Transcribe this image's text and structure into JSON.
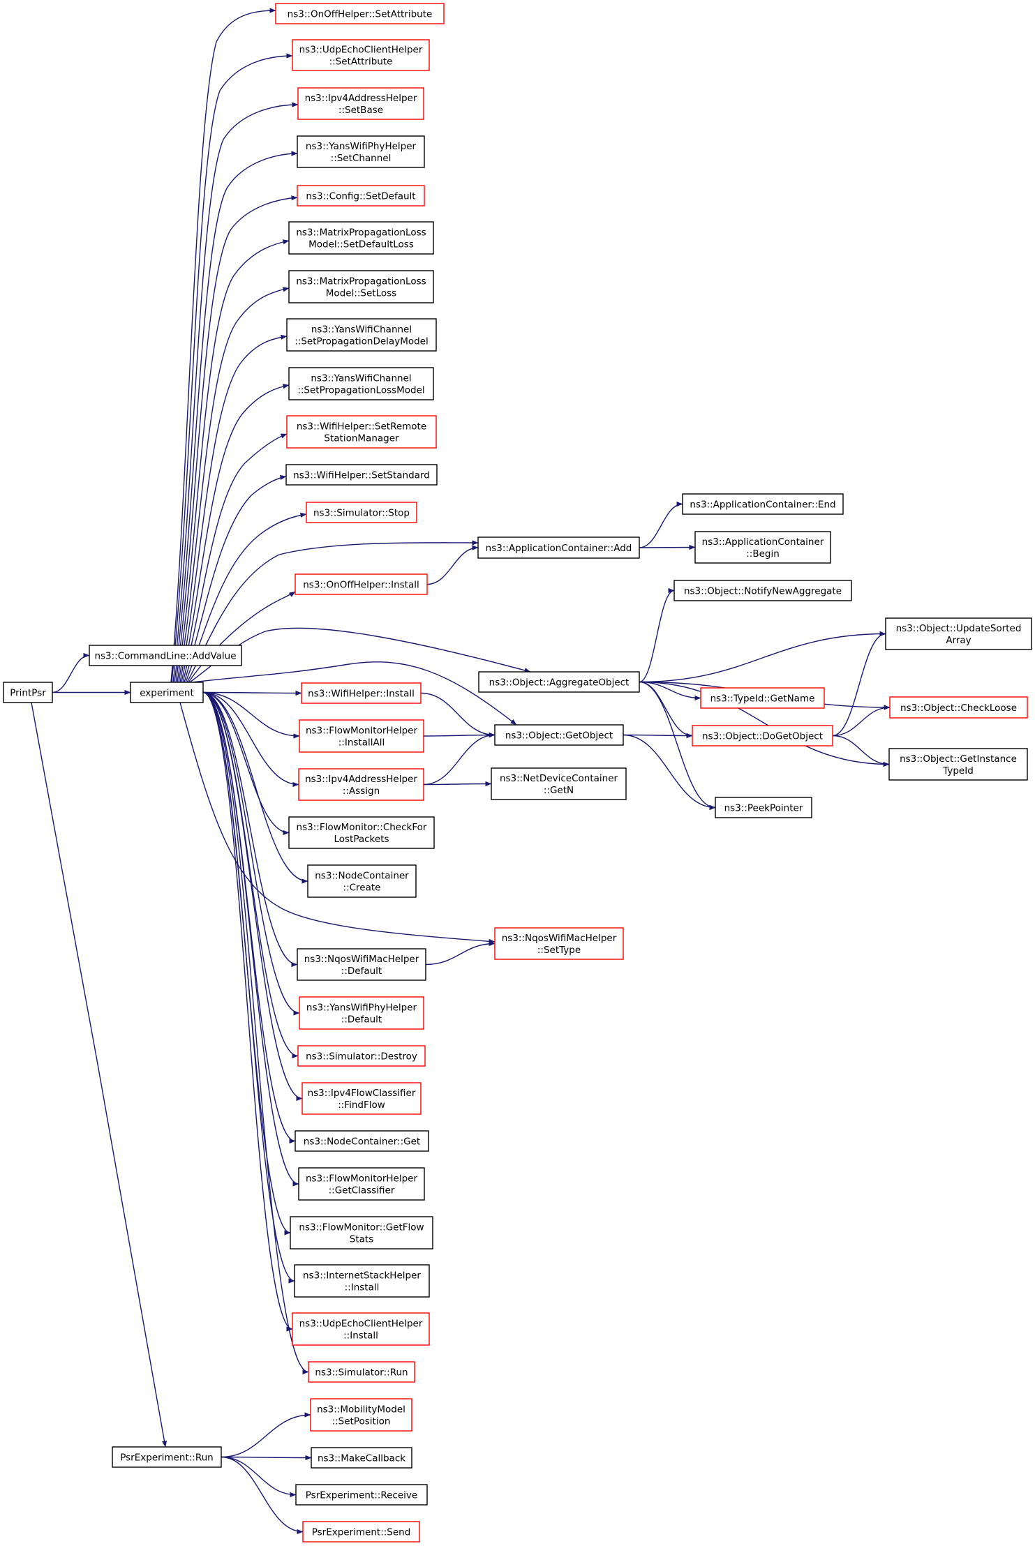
{
  "colors": {
    "edge": "#191970",
    "border_black": "#000000",
    "border_red": "#ff0000",
    "root_fill": "#bfbfbf",
    "node_fill": "#ffffff"
  },
  "nodes": [
    {
      "id": "printpsr",
      "lines": [
        "PrintPsr"
      ],
      "border": "black",
      "root": true
    },
    {
      "id": "addvalue",
      "lines": [
        "ns3::CommandLine::AddValue"
      ],
      "border": "black"
    },
    {
      "id": "experiment",
      "lines": [
        "experiment"
      ],
      "border": "black"
    },
    {
      "id": "psrrun",
      "lines": [
        "PsrExperiment::Run"
      ],
      "border": "black"
    },
    {
      "id": "onoff_setattr",
      "lines": [
        "ns3::OnOffHelper::SetAttribute"
      ],
      "border": "red"
    },
    {
      "id": "udpecho_setattr",
      "lines": [
        "ns3::UdpEchoClientHelper",
        "::SetAttribute"
      ],
      "border": "red"
    },
    {
      "id": "ipv4addr_setbase",
      "lines": [
        "ns3::Ipv4AddressHelper",
        "::SetBase"
      ],
      "border": "red"
    },
    {
      "id": "yansphy_setchannel",
      "lines": [
        "ns3::YansWifiPhyHelper",
        "::SetChannel"
      ],
      "border": "black"
    },
    {
      "id": "config_setdefault",
      "lines": [
        "ns3::Config::SetDefault"
      ],
      "border": "red"
    },
    {
      "id": "matrix_setdefaultloss",
      "lines": [
        "ns3::MatrixPropagationLoss",
        "Model::SetDefaultLoss"
      ],
      "border": "black"
    },
    {
      "id": "matrix_setloss",
      "lines": [
        "ns3::MatrixPropagationLoss",
        "Model::SetLoss"
      ],
      "border": "black"
    },
    {
      "id": "yanschan_setdelay",
      "lines": [
        "ns3::YansWifiChannel",
        "::SetPropagationDelayModel"
      ],
      "border": "black"
    },
    {
      "id": "yanschan_setloss",
      "lines": [
        "ns3::YansWifiChannel",
        "::SetPropagationLossModel"
      ],
      "border": "black"
    },
    {
      "id": "wifi_setremote",
      "lines": [
        "ns3::WifiHelper::SetRemote",
        "StationManager"
      ],
      "border": "red"
    },
    {
      "id": "wifi_setstandard",
      "lines": [
        "ns3::WifiHelper::SetStandard"
      ],
      "border": "black"
    },
    {
      "id": "sim_stop",
      "lines": [
        "ns3::Simulator::Stop"
      ],
      "border": "red"
    },
    {
      "id": "onoff_install",
      "lines": [
        "ns3::OnOffHelper::Install"
      ],
      "border": "red"
    },
    {
      "id": "appcont_add",
      "lines": [
        "ns3::ApplicationContainer::Add"
      ],
      "border": "black"
    },
    {
      "id": "appcont_end",
      "lines": [
        "ns3::ApplicationContainer::End"
      ],
      "border": "black"
    },
    {
      "id": "appcont_begin",
      "lines": [
        "ns3::ApplicationContainer",
        "::Begin"
      ],
      "border": "black"
    },
    {
      "id": "obj_notify",
      "lines": [
        "ns3::Object::NotifyNewAggregate"
      ],
      "border": "black"
    },
    {
      "id": "obj_updatesorted",
      "lines": [
        "ns3::Object::UpdateSorted",
        "Array"
      ],
      "border": "black"
    },
    {
      "id": "obj_aggregate",
      "lines": [
        "ns3::Object::AggregateObject"
      ],
      "border": "black"
    },
    {
      "id": "typeid_getname",
      "lines": [
        "ns3::TypeId::GetName"
      ],
      "border": "red"
    },
    {
      "id": "obj_checkloose",
      "lines": [
        "ns3::Object::CheckLoose"
      ],
      "border": "red"
    },
    {
      "id": "wifi_install",
      "lines": [
        "ns3::WifiHelper::Install"
      ],
      "border": "red"
    },
    {
      "id": "flowmonhelper_installall",
      "lines": [
        "ns3::FlowMonitorHelper",
        "::InstallAll"
      ],
      "border": "red"
    },
    {
      "id": "obj_getobject",
      "lines": [
        "ns3::Object::GetObject"
      ],
      "border": "black"
    },
    {
      "id": "obj_dogetobject",
      "lines": [
        "ns3::Object::DoGetObject"
      ],
      "border": "red"
    },
    {
      "id": "obj_getinstancetypeid",
      "lines": [
        "ns3::Object::GetInstance",
        "TypeId"
      ],
      "border": "black"
    },
    {
      "id": "ipv4addr_assign",
      "lines": [
        "ns3::Ipv4AddressHelper",
        "::Assign"
      ],
      "border": "red"
    },
    {
      "id": "netdev_getn",
      "lines": [
        "ns3::NetDeviceContainer",
        "::GetN"
      ],
      "border": "black"
    },
    {
      "id": "peekpointer",
      "lines": [
        "ns3::PeekPointer"
      ],
      "border": "black"
    },
    {
      "id": "flowmon_checklost",
      "lines": [
        "ns3::FlowMonitor::CheckFor",
        "LostPackets"
      ],
      "border": "black"
    },
    {
      "id": "nodecont_create",
      "lines": [
        "ns3::NodeContainer",
        "::Create"
      ],
      "border": "black"
    },
    {
      "id": "nqosmac_settype",
      "lines": [
        "ns3::NqosWifiMacHelper",
        "::SetType"
      ],
      "border": "red"
    },
    {
      "id": "nqosmac_default",
      "lines": [
        "ns3::NqosWifiMacHelper",
        "::Default"
      ],
      "border": "black"
    },
    {
      "id": "yansphy_default",
      "lines": [
        "ns3::YansWifiPhyHelper",
        "::Default"
      ],
      "border": "red"
    },
    {
      "id": "sim_destroy",
      "lines": [
        "ns3::Simulator::Destroy"
      ],
      "border": "red"
    },
    {
      "id": "ipv4flow_findflow",
      "lines": [
        "ns3::Ipv4FlowClassifier",
        "::FindFlow"
      ],
      "border": "red"
    },
    {
      "id": "nodecont_get",
      "lines": [
        "ns3::NodeContainer::Get"
      ],
      "border": "black"
    },
    {
      "id": "flowmonhelper_getclassifier",
      "lines": [
        "ns3::FlowMonitorHelper",
        "::GetClassifier"
      ],
      "border": "black"
    },
    {
      "id": "flowmon_getflowstats",
      "lines": [
        "ns3::FlowMonitor::GetFlow",
        "Stats"
      ],
      "border": "black"
    },
    {
      "id": "inetstack_install",
      "lines": [
        "ns3::InternetStackHelper",
        "::Install"
      ],
      "border": "black"
    },
    {
      "id": "udpecho_install",
      "lines": [
        "ns3::UdpEchoClientHelper",
        "::Install"
      ],
      "border": "red"
    },
    {
      "id": "sim_run",
      "lines": [
        "ns3::Simulator::Run"
      ],
      "border": "red"
    },
    {
      "id": "mobility_setposition",
      "lines": [
        "ns3::MobilityModel",
        "::SetPosition"
      ],
      "border": "red"
    },
    {
      "id": "makecallback",
      "lines": [
        "ns3::MakeCallback"
      ],
      "border": "black"
    },
    {
      "id": "psr_receive",
      "lines": [
        "PsrExperiment::Receive"
      ],
      "border": "black"
    },
    {
      "id": "psr_send",
      "lines": [
        "PsrExperiment::Send"
      ],
      "border": "red"
    }
  ],
  "edges": [
    {
      "from": "printpsr",
      "to": "addvalue"
    },
    {
      "from": "printpsr",
      "to": "experiment"
    },
    {
      "from": "printpsr",
      "to": "psrrun"
    },
    {
      "from": "experiment",
      "to": "onoff_setattr"
    },
    {
      "from": "experiment",
      "to": "udpecho_setattr"
    },
    {
      "from": "experiment",
      "to": "ipv4addr_setbase"
    },
    {
      "from": "experiment",
      "to": "yansphy_setchannel"
    },
    {
      "from": "experiment",
      "to": "config_setdefault"
    },
    {
      "from": "experiment",
      "to": "matrix_setdefaultloss"
    },
    {
      "from": "experiment",
      "to": "matrix_setloss"
    },
    {
      "from": "experiment",
      "to": "yanschan_setdelay"
    },
    {
      "from": "experiment",
      "to": "yanschan_setloss"
    },
    {
      "from": "experiment",
      "to": "wifi_setremote"
    },
    {
      "from": "experiment",
      "to": "wifi_setstandard"
    },
    {
      "from": "experiment",
      "to": "sim_stop"
    },
    {
      "from": "experiment",
      "to": "appcont_add"
    },
    {
      "from": "experiment",
      "to": "onoff_install"
    },
    {
      "from": "experiment",
      "to": "obj_aggregate"
    },
    {
      "from": "experiment",
      "to": "obj_getobject"
    },
    {
      "from": "experiment",
      "to": "wifi_install"
    },
    {
      "from": "experiment",
      "to": "flowmonhelper_installall"
    },
    {
      "from": "experiment",
      "to": "ipv4addr_assign"
    },
    {
      "from": "experiment",
      "to": "flowmon_checklost"
    },
    {
      "from": "experiment",
      "to": "nodecont_create"
    },
    {
      "from": "experiment",
      "to": "nqosmac_settype"
    },
    {
      "from": "experiment",
      "to": "nqosmac_default"
    },
    {
      "from": "experiment",
      "to": "yansphy_default"
    },
    {
      "from": "experiment",
      "to": "sim_destroy"
    },
    {
      "from": "experiment",
      "to": "ipv4flow_findflow"
    },
    {
      "from": "experiment",
      "to": "nodecont_get"
    },
    {
      "from": "experiment",
      "to": "flowmonhelper_getclassifier"
    },
    {
      "from": "experiment",
      "to": "flowmon_getflowstats"
    },
    {
      "from": "experiment",
      "to": "inetstack_install"
    },
    {
      "from": "experiment",
      "to": "udpecho_install"
    },
    {
      "from": "experiment",
      "to": "sim_run"
    },
    {
      "from": "onoff_install",
      "to": "appcont_add"
    },
    {
      "from": "appcont_add",
      "to": "appcont_end"
    },
    {
      "from": "appcont_add",
      "to": "appcont_begin"
    },
    {
      "from": "obj_aggregate",
      "to": "obj_notify"
    },
    {
      "from": "obj_aggregate",
      "to": "obj_updatesorted"
    },
    {
      "from": "obj_aggregate",
      "to": "typeid_getname"
    },
    {
      "from": "obj_aggregate",
      "to": "obj_checkloose"
    },
    {
      "from": "obj_aggregate",
      "to": "obj_dogetobject"
    },
    {
      "from": "obj_aggregate",
      "to": "obj_getinstancetypeid"
    },
    {
      "from": "obj_aggregate",
      "to": "peekpointer"
    },
    {
      "from": "wifi_install",
      "to": "obj_getobject"
    },
    {
      "from": "flowmonhelper_installall",
      "to": "obj_getobject"
    },
    {
      "from": "ipv4addr_assign",
      "to": "obj_getobject"
    },
    {
      "from": "ipv4addr_assign",
      "to": "netdev_getn"
    },
    {
      "from": "obj_getobject",
      "to": "obj_dogetobject"
    },
    {
      "from": "obj_getobject",
      "to": "peekpointer"
    },
    {
      "from": "obj_dogetobject",
      "to": "obj_updatesorted"
    },
    {
      "from": "obj_dogetobject",
      "to": "obj_checkloose"
    },
    {
      "from": "obj_dogetobject",
      "to": "obj_getinstancetypeid"
    },
    {
      "from": "nqosmac_default",
      "to": "nqosmac_settype"
    },
    {
      "from": "psrrun",
      "to": "mobility_setposition"
    },
    {
      "from": "psrrun",
      "to": "makecallback"
    },
    {
      "from": "psrrun",
      "to": "psr_receive"
    },
    {
      "from": "psrrun",
      "to": "psr_send"
    }
  ]
}
